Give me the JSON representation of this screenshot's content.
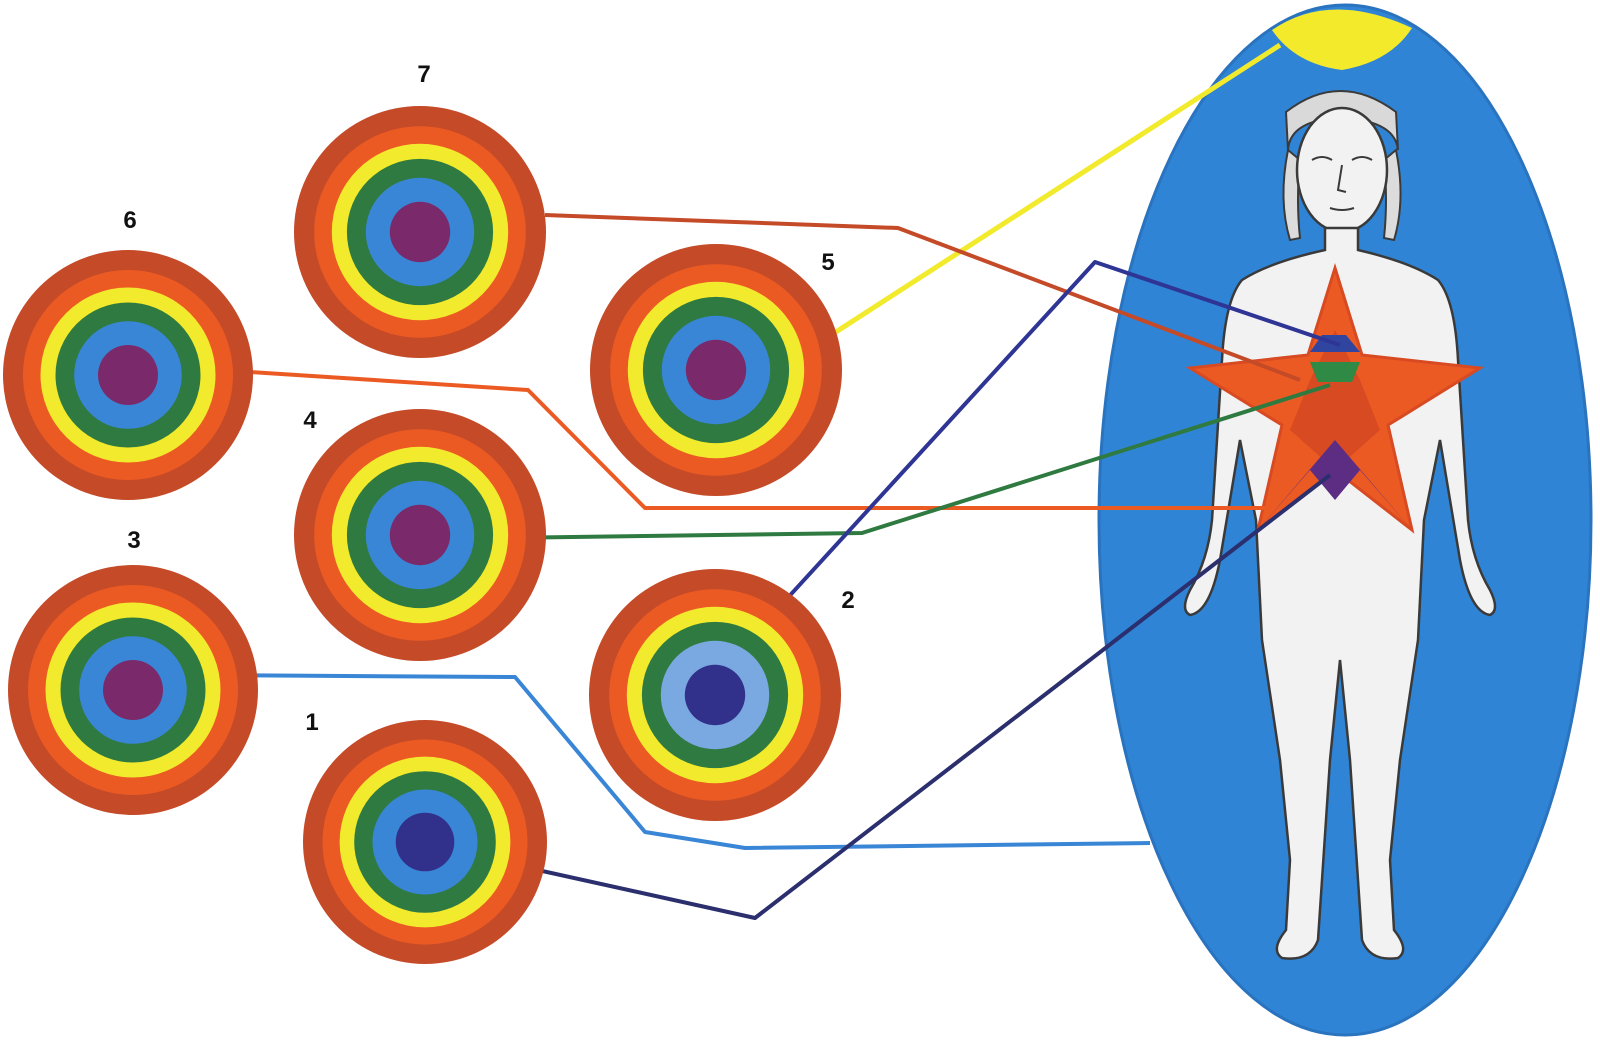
{
  "colors": {
    "background": "#ffffff",
    "aura": "#2f84d6",
    "aura_edge": "#2a73bf",
    "crown": "#f3ea2c",
    "body": "#f2f2f2",
    "outline": "#3a3a3a",
    "star_main": "#ec5a24",
    "star_inner": "#d84a22",
    "star_purple": "#5c2d83",
    "star_blue": "#2f45a0",
    "star_green": "#2f8a45",
    "ring_brown": "#c44a28",
    "ring_orange": "#ec5a24",
    "ring_yellow": "#f2ea2c",
    "ring_green": "#2f7a40",
    "ring_blue": "#3a86d6",
    "ring_light_blue": "#7aa8e0",
    "ring_indigo": "#31308a",
    "ring_core": "#7a2a6a"
  },
  "centers": [
    {
      "id": "1",
      "label": "1",
      "lineColor": "#2b2f6e",
      "rings": [
        "ring_brown",
        "ring_orange",
        "ring_yellow",
        "ring_green",
        "ring_blue",
        "ring_indigo"
      ]
    },
    {
      "id": "2",
      "label": "2",
      "lineColor": "#2f3595",
      "rings": [
        "ring_brown",
        "ring_orange",
        "ring_yellow",
        "ring_green",
        "ring_light_blue",
        "ring_indigo"
      ]
    },
    {
      "id": "3",
      "label": "3",
      "lineColor": "#3a86d6",
      "rings": [
        "ring_brown",
        "ring_orange",
        "ring_yellow",
        "ring_green",
        "ring_blue",
        "ring_core"
      ]
    },
    {
      "id": "4",
      "label": "4",
      "lineColor": "#2f7a40",
      "rings": [
        "ring_brown",
        "ring_orange",
        "ring_yellow",
        "ring_green",
        "ring_blue",
        "ring_core"
      ]
    },
    {
      "id": "5",
      "label": "5",
      "lineColor": "#f2ea2c",
      "rings": [
        "ring_brown",
        "ring_orange",
        "ring_yellow",
        "ring_green",
        "ring_blue",
        "ring_core"
      ]
    },
    {
      "id": "6",
      "label": "6",
      "lineColor": "#ec5a24",
      "rings": [
        "ring_brown",
        "ring_orange",
        "ring_yellow",
        "ring_green",
        "ring_blue",
        "ring_core"
      ]
    },
    {
      "id": "7",
      "label": "7",
      "lineColor": "#c44a28",
      "rings": [
        "ring_brown",
        "ring_orange",
        "ring_yellow",
        "ring_green",
        "ring_blue",
        "ring_core"
      ]
    }
  ]
}
